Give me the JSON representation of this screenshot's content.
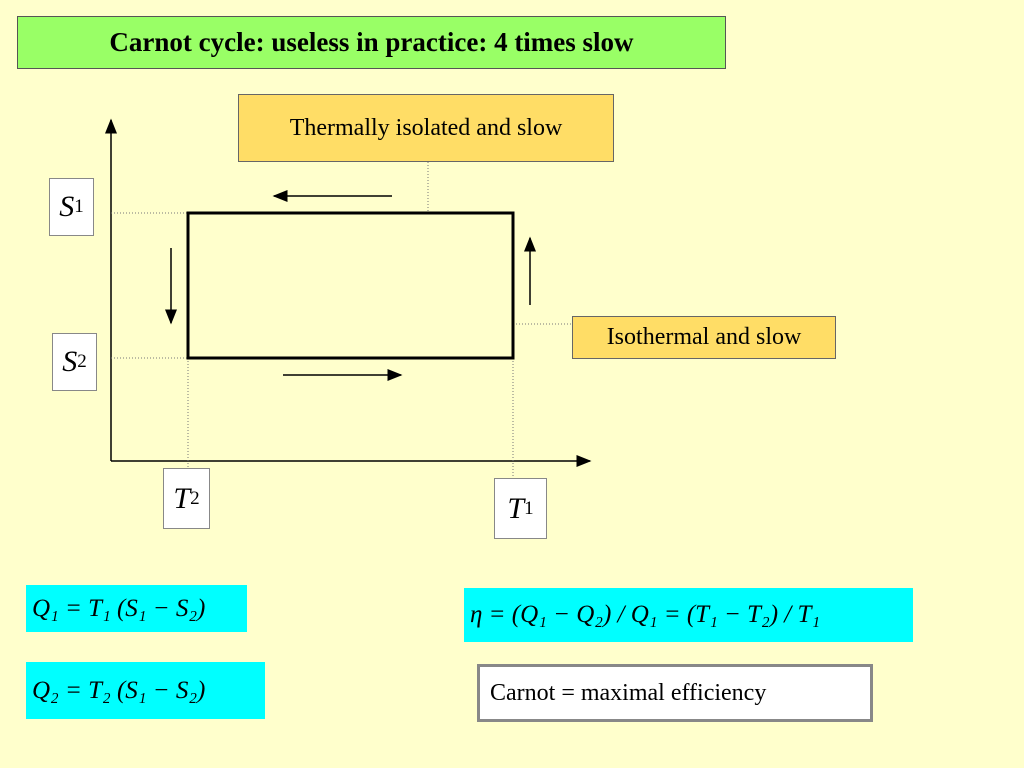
{
  "title": "Carnot cycle: useless in practice: 4 times slow",
  "callouts": {
    "isolated": "Thermally isolated and slow",
    "isothermal": "Isothermal and slow"
  },
  "axis_labels": {
    "s1": {
      "symbol": "S",
      "sub": "1"
    },
    "s2": {
      "symbol": "S",
      "sub": "2"
    },
    "t2": {
      "symbol": "T",
      "sub": "2"
    },
    "t1": {
      "symbol": "T",
      "sub": "1"
    }
  },
  "formulas": {
    "q1": "Q₁ = T₁ (S₁ − S₂)",
    "q2": "Q₂ = T₂ (S₁ − S₂)",
    "eta": "η = (Q₁ − Q₂) / Q₁ = (T₁ − T₂) / T₁"
  },
  "note": "Carnot = maximal efficiency",
  "colors": {
    "background": "#ffffcc",
    "title_fill": "#99ff66",
    "callout_fill": "#ffdd66",
    "formula_fill": "#00ffff"
  }
}
